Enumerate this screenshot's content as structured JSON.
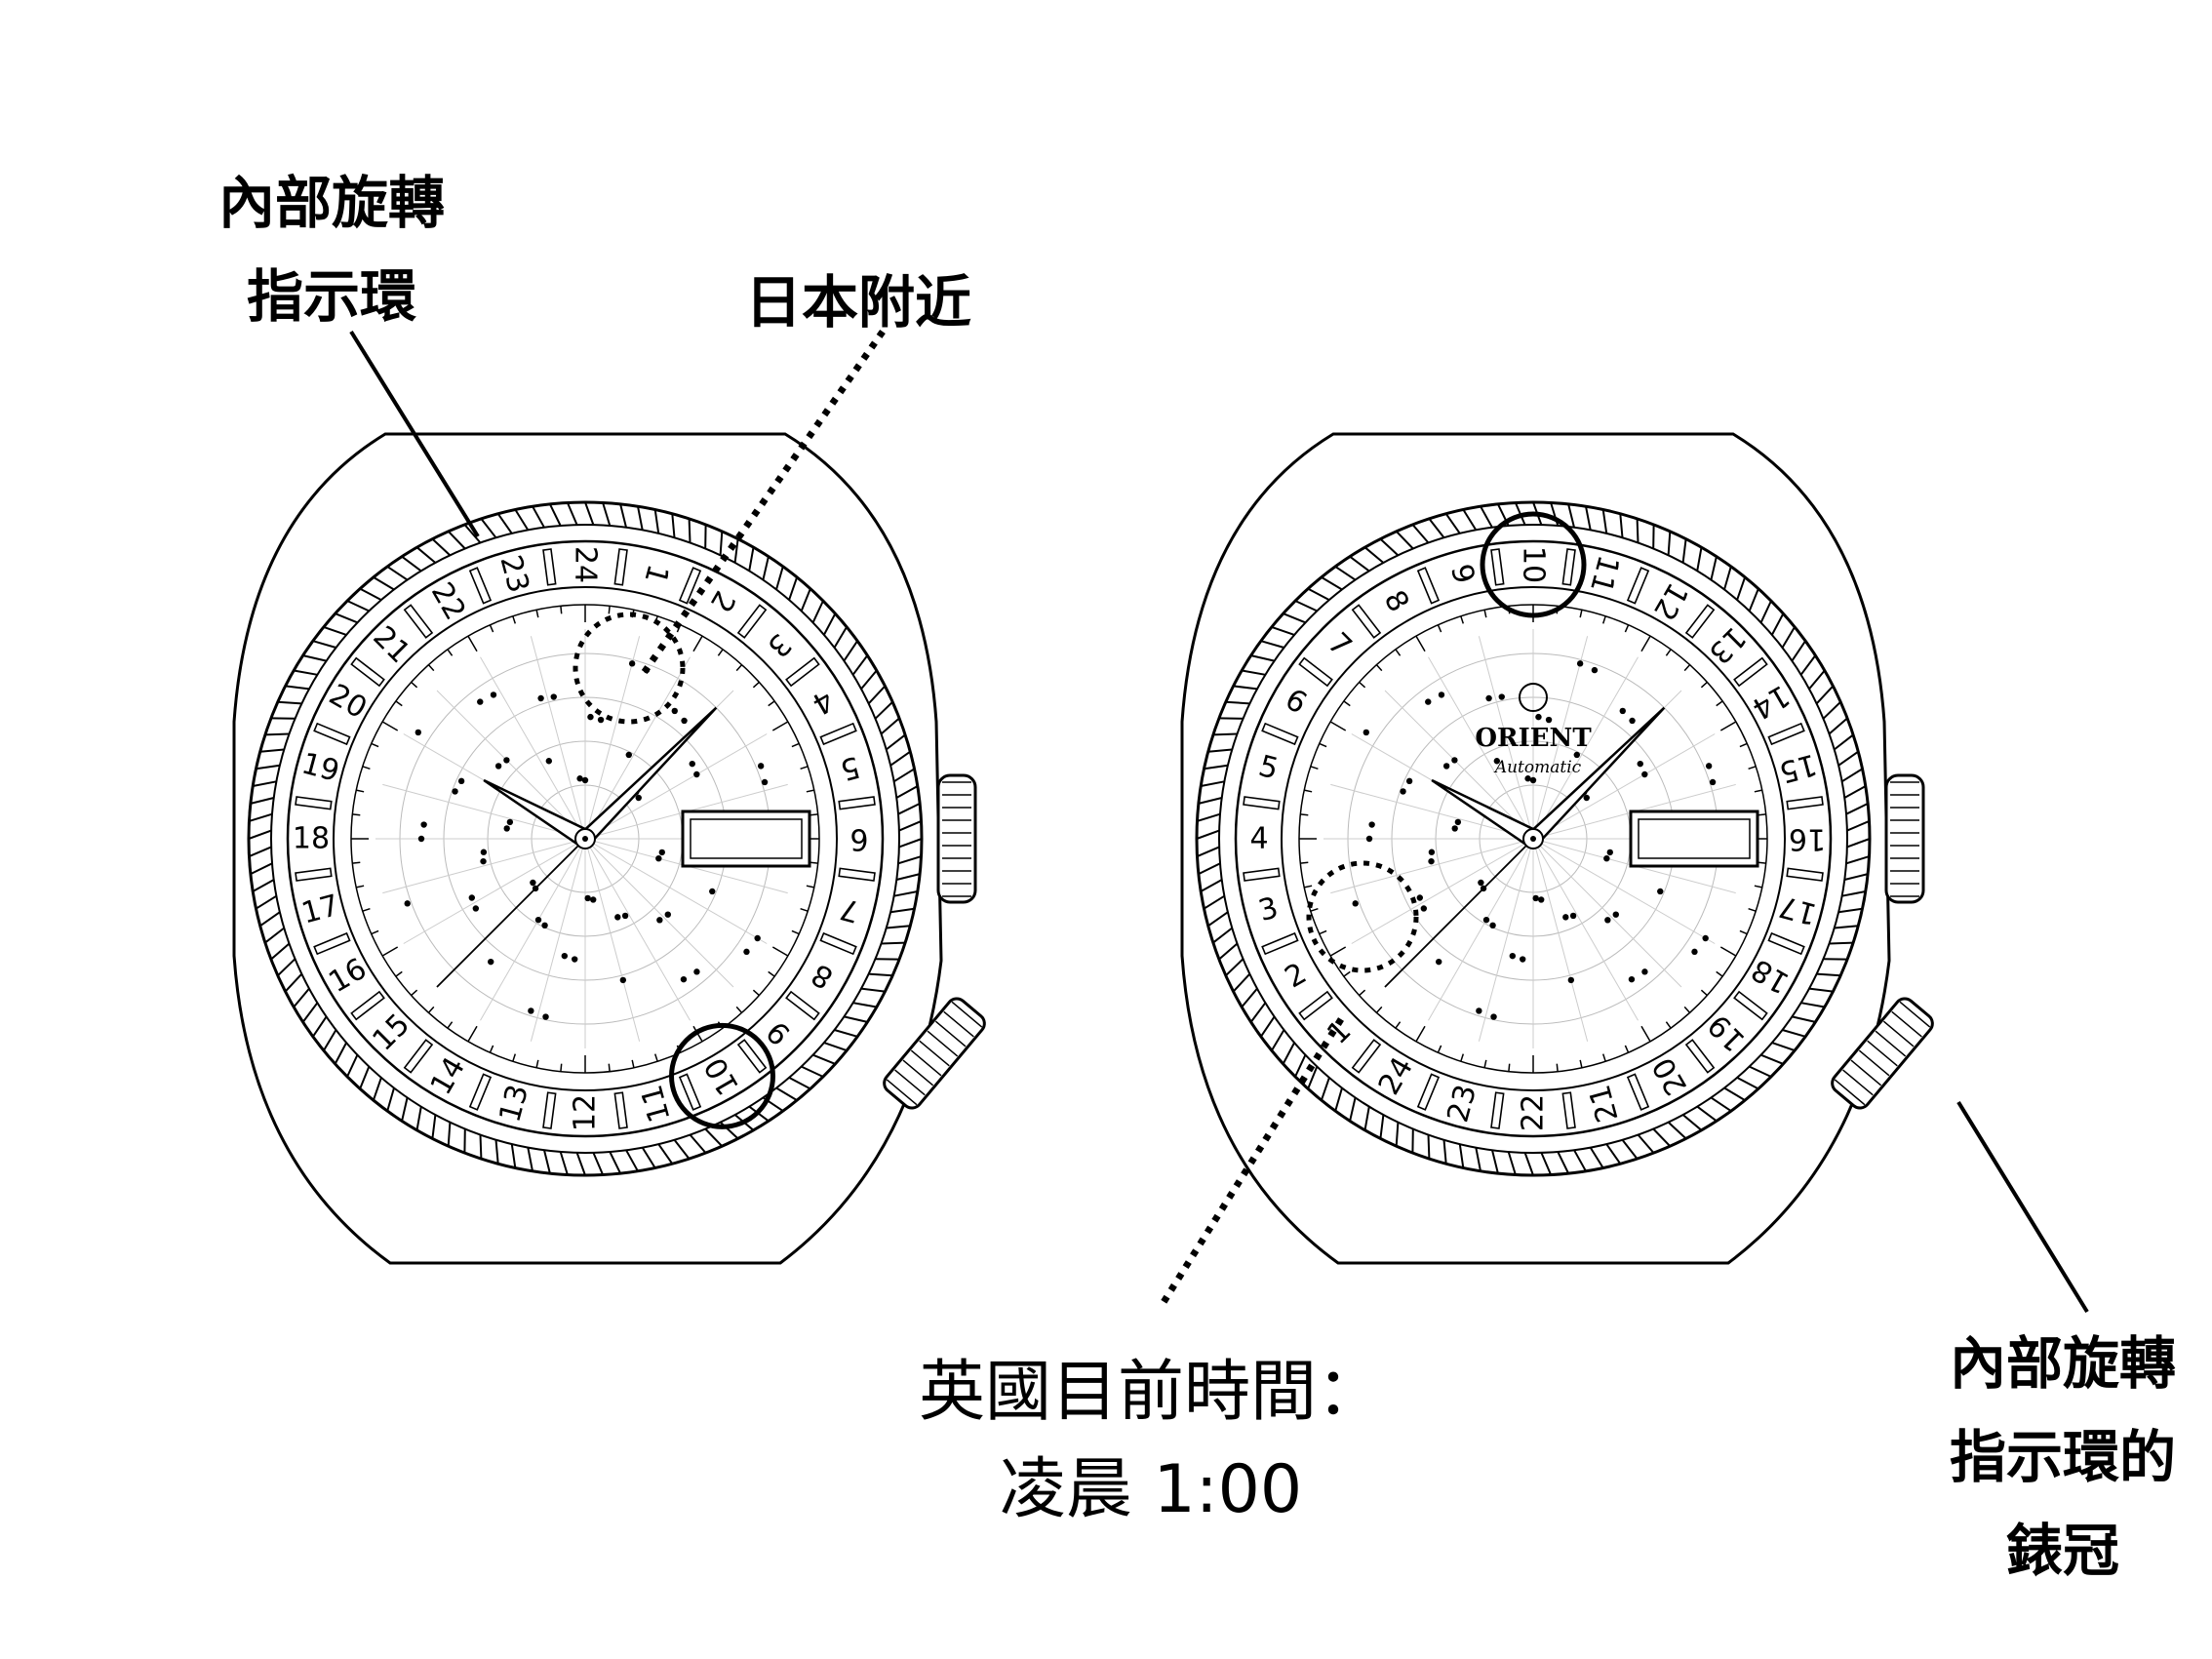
{
  "labels": {
    "inner_ring": [
      "內部旋轉",
      "指示環"
    ],
    "japan": "日本附近",
    "uk_time": [
      "英國目前時間：",
      "凌晨 1:00"
    ],
    "inner_crown": [
      "內部旋轉",
      "指示環的",
      "錶冠"
    ]
  },
  "left_watch": {
    "hours_ccw_from_top": [
      "24",
      "23",
      "22",
      "21",
      "20",
      "19",
      "18",
      "17",
      "16",
      "15",
      "14",
      "13",
      "12",
      "11",
      "10",
      "9",
      "8",
      "7",
      "6",
      "5",
      "4",
      "3",
      "2",
      "1"
    ],
    "circled_hour": "10"
  },
  "right_watch": {
    "hours_ccw_from_top": [
      "10",
      "9",
      "8",
      "7",
      "6",
      "5",
      "4",
      "3",
      "2",
      "1",
      "24",
      "23",
      "22",
      "21",
      "20",
      "19",
      "18",
      "17",
      "16",
      "15",
      "14",
      "13",
      "12",
      "11"
    ],
    "circled_hour": "10",
    "brand": "ORIENT",
    "model": "Automatic"
  }
}
